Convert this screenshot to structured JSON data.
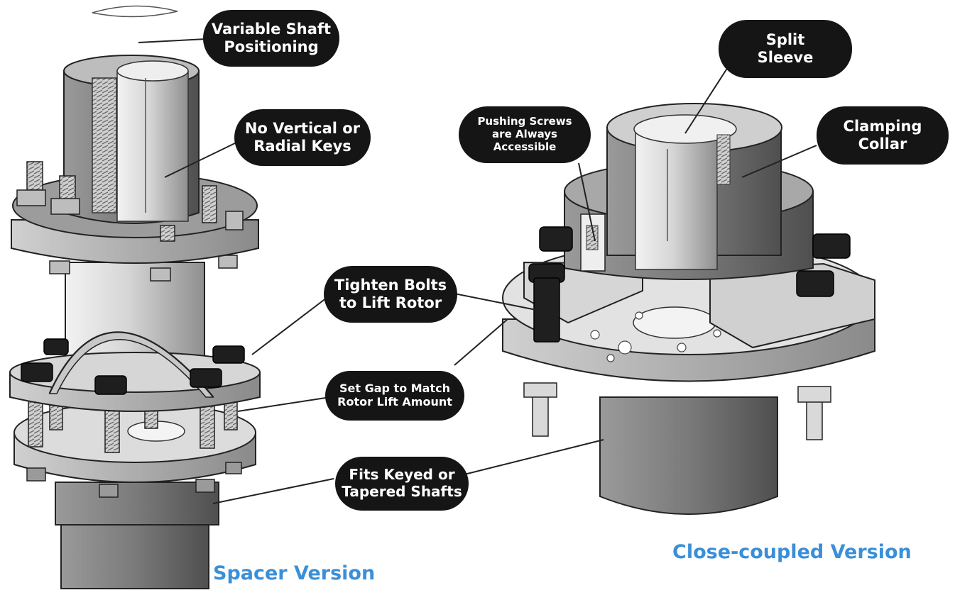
{
  "diagram": {
    "left_caption": "Spacer Version",
    "right_caption": "Close-coupled Version",
    "colors": {
      "callout_bg": "#151515",
      "callout_text": "#ffffff",
      "caption": "#3a8fd8",
      "metal_light": "#e4e4e4",
      "metal_mid": "#bdbdbd",
      "metal_dark": "#6f6f6f"
    },
    "callouts": {
      "variable_shaft": [
        "Variable Shaft",
        "Positioning"
      ],
      "no_keys": [
        "No Vertical or",
        "Radial Keys"
      ],
      "tighten_bolts": [
        "Tighten Bolts",
        "to Lift Rotor"
      ],
      "set_gap": [
        "Set Gap to Match",
        "Rotor Lift Amount"
      ],
      "fits_keyed": [
        "Fits Keyed or",
        "Tapered Shafts"
      ],
      "pushing_screws": [
        "Pushing Screws",
        "are Always",
        "Accessible"
      ],
      "split_sleeve": [
        "Split",
        "Sleeve"
      ],
      "clamping_collar": [
        "Clamping",
        "Collar"
      ]
    }
  }
}
